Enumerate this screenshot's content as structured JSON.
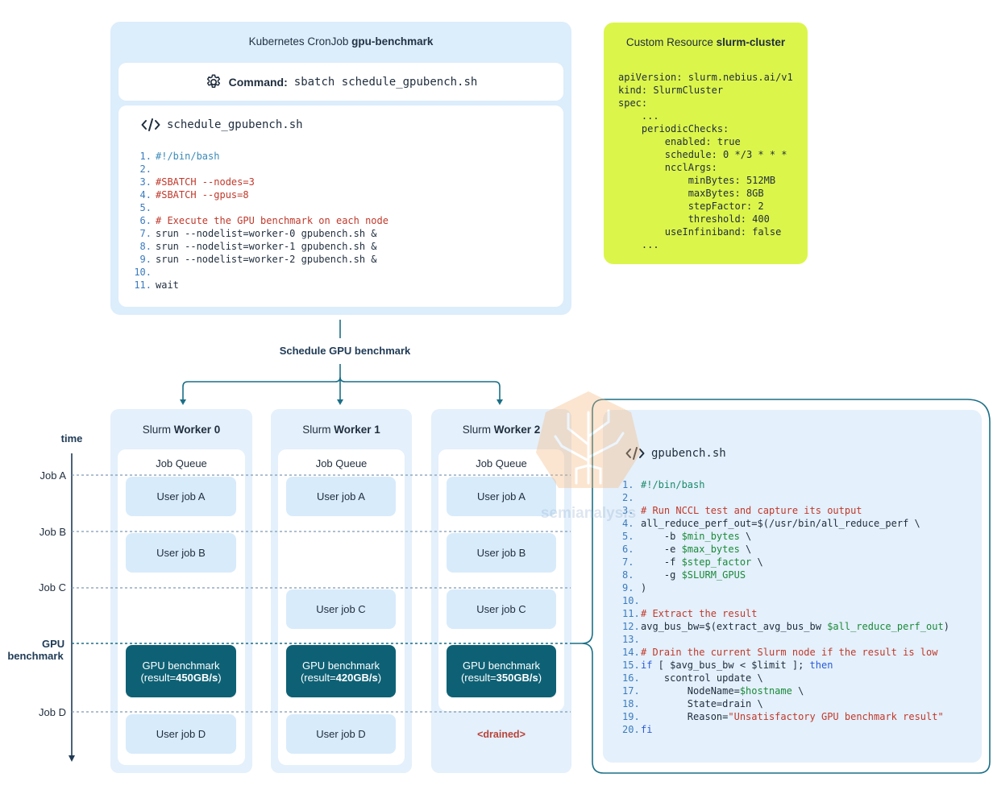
{
  "cronjob": {
    "title_prefix": "Kubernetes CronJob ",
    "title_name": "gpu-benchmark",
    "command_label": "Command:",
    "command_value": "sbatch schedule_gpubench.sh",
    "command_icon": "gear-icon",
    "script_icon": "code-icon",
    "script_filename": "schedule_gpubench.sh",
    "script_lines": [
      {
        "n": "1.",
        "text": "#!/bin/bash",
        "style": "shebang"
      },
      {
        "n": "2.",
        "text": "",
        "style": "plain"
      },
      {
        "n": "3.",
        "text": "#SBATCH --nodes=3",
        "style": "comment"
      },
      {
        "n": "4.",
        "text": "#SBATCH --gpus=8",
        "style": "comment"
      },
      {
        "n": "5.",
        "text": "",
        "style": "plain"
      },
      {
        "n": "6.",
        "text": "# Execute the GPU benchmark on each node",
        "style": "comment"
      },
      {
        "n": "7.",
        "text": "srun --nodelist=worker-0 gpubench.sh &",
        "style": "plain"
      },
      {
        "n": "8.",
        "text": "srun --nodelist=worker-1 gpubench.sh &",
        "style": "plain"
      },
      {
        "n": "9.",
        "text": "srun --nodelist=worker-2 gpubench.sh &",
        "style": "plain"
      },
      {
        "n": "10.",
        "text": "",
        "style": "plain"
      },
      {
        "n": "11.",
        "text": "wait",
        "style": "plain"
      }
    ]
  },
  "custom_resource": {
    "title_prefix": "Custom Resource ",
    "title_name": "slurm-cluster",
    "lines": [
      "apiVersion: slurm.nebius.ai/v1",
      "kind: SlurmCluster",
      "spec:",
      "    ...",
      "    periodicChecks:",
      "        enabled: true",
      "        schedule: 0 */3 * * *",
      "        ncclArgs:",
      "            minBytes: 512MB",
      "            maxBytes: 8GB",
      "            stepFactor: 2",
      "            threshold: 400",
      "        useInfiniband: false",
      "    ..."
    ]
  },
  "schedule_label": "Schedule GPU benchmark",
  "time_axis": {
    "title": "time",
    "labels": {
      "job_a": "Job A",
      "job_b": "Job B",
      "job_c": "Job C",
      "gpu_1": "GPU",
      "gpu_2": "benchmark",
      "job_d": "Job D"
    }
  },
  "workers": [
    {
      "title_prefix": "Slurm ",
      "title_name": "Worker 0",
      "queue_title": "Job Queue",
      "job_a": "User job A",
      "job_b": "User job B",
      "job_c": "",
      "gpu_line1": "GPU benchmark",
      "gpu_prefix": "(result=",
      "gpu_value": "450GB/s",
      "gpu_suffix": ")",
      "job_d": "User job D"
    },
    {
      "title_prefix": "Slurm ",
      "title_name": "Worker 1",
      "queue_title": "Job Queue",
      "job_a": "User job A",
      "job_b": "",
      "job_c": "User job C",
      "gpu_line1": "GPU benchmark",
      "gpu_prefix": "(result=",
      "gpu_value": "420GB/s",
      "gpu_suffix": ")",
      "job_d": "User job D"
    },
    {
      "title_prefix": "Slurm ",
      "title_name": "Worker 2",
      "queue_title": "Job Queue",
      "job_a": "User job A",
      "job_b": "User job B",
      "job_c": "User job C",
      "gpu_line1": "GPU benchmark",
      "gpu_prefix": "(result=",
      "gpu_value": "350GB/s",
      "gpu_suffix": ")",
      "job_d": "<drained>"
    }
  ],
  "gpubench": {
    "icon": "code-icon",
    "filename": "gpubench.sh",
    "lines": [
      {
        "n": "1.",
        "parts": [
          {
            "t": "#!/bin/bash",
            "c": "#1a8a6a"
          }
        ]
      },
      {
        "n": "2.",
        "parts": []
      },
      {
        "n": "3.",
        "parts": [
          {
            "t": "# Run NCCL test and capture its output",
            "c": "#c0392b"
          }
        ]
      },
      {
        "n": "4.",
        "parts": [
          {
            "t": "all_reduce_perf_out=$(/usr/bin/all_reduce_perf \\",
            "c": "#1f2d3d"
          }
        ]
      },
      {
        "n": "5.",
        "parts": [
          {
            "t": "    -b ",
            "c": "#1f2d3d"
          },
          {
            "t": "$min_bytes",
            "c": "#1a8a3a"
          },
          {
            "t": " \\",
            "c": "#1f2d3d"
          }
        ]
      },
      {
        "n": "6.",
        "parts": [
          {
            "t": "    -e ",
            "c": "#1f2d3d"
          },
          {
            "t": "$max_bytes",
            "c": "#1a8a3a"
          },
          {
            "t": " \\",
            "c": "#1f2d3d"
          }
        ]
      },
      {
        "n": "7.",
        "parts": [
          {
            "t": "    -f ",
            "c": "#1f2d3d"
          },
          {
            "t": "$step_factor",
            "c": "#1a8a3a"
          },
          {
            "t": " \\",
            "c": "#1f2d3d"
          }
        ]
      },
      {
        "n": "8.",
        "parts": [
          {
            "t": "    -g ",
            "c": "#1f2d3d"
          },
          {
            "t": "$SLURM_GPUS",
            "c": "#1a8a3a"
          }
        ]
      },
      {
        "n": "9.",
        "parts": [
          {
            "t": ")",
            "c": "#1f2d3d"
          }
        ]
      },
      {
        "n": "10.",
        "parts": []
      },
      {
        "n": "11.",
        "parts": [
          {
            "t": "# Extract the result",
            "c": "#c0392b"
          }
        ]
      },
      {
        "n": "12.",
        "parts": [
          {
            "t": "avg_bus_bw=$(extract_avg_bus_bw ",
            "c": "#1f2d3d"
          },
          {
            "t": "$all_reduce_perf_out",
            "c": "#1a8a3a"
          },
          {
            "t": ")",
            "c": "#1f2d3d"
          }
        ]
      },
      {
        "n": "13.",
        "parts": []
      },
      {
        "n": "14.",
        "parts": [
          {
            "t": "# Drain the current Slurm node if the result is low",
            "c": "#c0392b"
          }
        ]
      },
      {
        "n": "15.",
        "parts": [
          {
            "t": "if",
            "c": "#2a5bd7"
          },
          {
            "t": " [ $avg_bus_bw < $limit ]; ",
            "c": "#1f2d3d"
          },
          {
            "t": "then",
            "c": "#2a5bd7"
          }
        ]
      },
      {
        "n": "16.",
        "parts": [
          {
            "t": "    scontrol update \\",
            "c": "#1f2d3d"
          }
        ]
      },
      {
        "n": "17.",
        "parts": [
          {
            "t": "        NodeName=",
            "c": "#1f2d3d"
          },
          {
            "t": "$hostname",
            "c": "#1a8a3a"
          },
          {
            "t": " \\",
            "c": "#1f2d3d"
          }
        ]
      },
      {
        "n": "18.",
        "parts": [
          {
            "t": "        State=drain \\",
            "c": "#1f2d3d"
          }
        ]
      },
      {
        "n": "19.",
        "parts": [
          {
            "t": "        Reason=",
            "c": "#1f2d3d"
          },
          {
            "t": "\"Unsatisfactory GPU benchmark result\"",
            "c": "#c0392b"
          }
        ]
      },
      {
        "n": "20.",
        "parts": [
          {
            "t": "fi",
            "c": "#2a5bd7"
          }
        ]
      }
    ]
  },
  "watermark": "semianalysis",
  "colors": {
    "accent_teal": "#0e6175",
    "arrow": "#1b6f86",
    "crd_bg": "#dcf54a",
    "panel_bg": "#dcedfb"
  }
}
